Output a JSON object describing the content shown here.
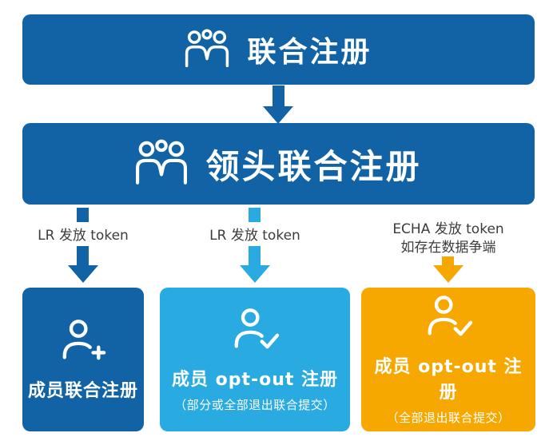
{
  "colors": {
    "dark_blue": "#1163A5",
    "light_blue": "#29ABE2",
    "orange": "#F7A800",
    "label_text": "#3C3C3B"
  },
  "top_banner": {
    "title": "联合注册",
    "icon": "group-people-icon"
  },
  "lead_banner": {
    "title": "领头联合注册",
    "icon": "group-people-icon"
  },
  "flow_labels": {
    "left": "LR 发放 token",
    "middle": "LR 发放 token",
    "right_line1": "ECHA 发放 token",
    "right_line2": "如存在数据争端"
  },
  "bottom_boxes": {
    "member": {
      "title": "成员联合注册",
      "icon": "person-add-icon"
    },
    "optout_partial": {
      "title": "成员 opt-out 注册",
      "subtitle": "（部分或全部退出联合提交）",
      "icon": "person-check-icon"
    },
    "optout_full": {
      "title": "成员 opt-out 注册",
      "subtitle": "（全部退出联合提交）",
      "icon": "person-check-icon"
    }
  }
}
